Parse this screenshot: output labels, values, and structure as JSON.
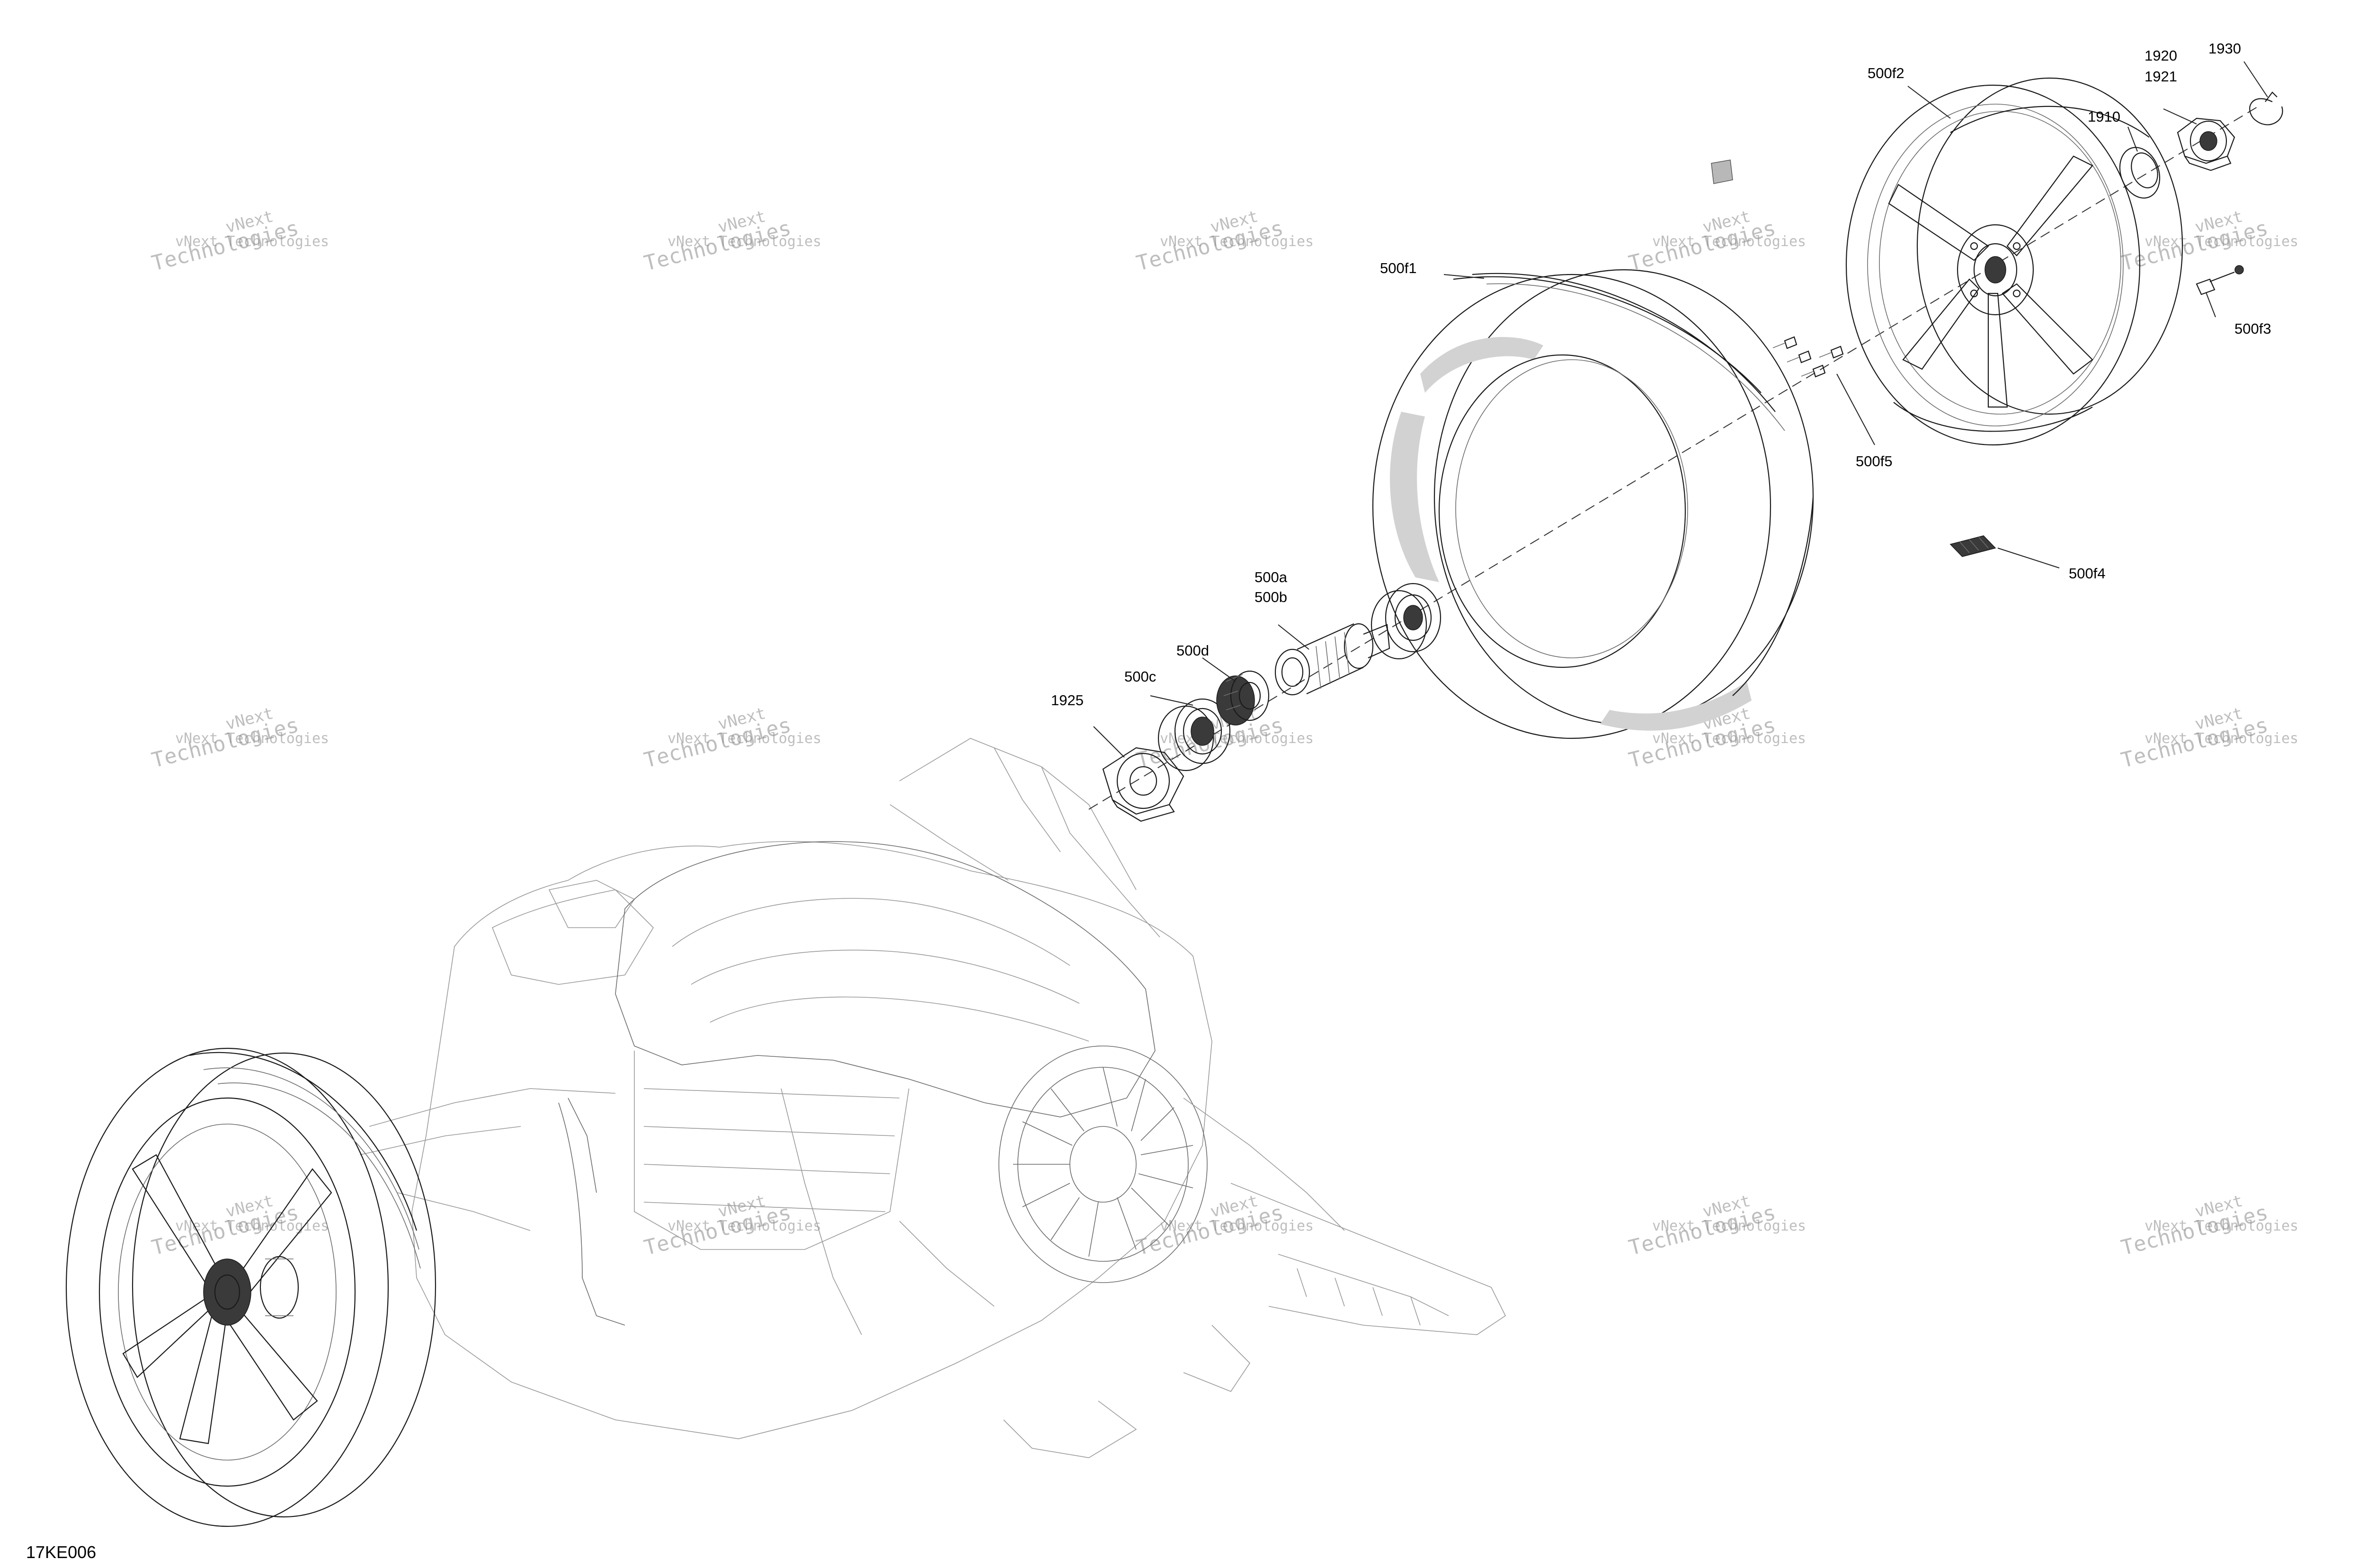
{
  "diagram": {
    "code": "17KE006",
    "callouts": {
      "c500f2": "500f2",
      "c1920": "1920",
      "c1921": "1921",
      "c1930": "1930",
      "c1910": "1910",
      "c500f1": "500f1",
      "c500f3": "500f3",
      "c500f5": "500f5",
      "c500f4": "500f4",
      "c500a": "500a",
      "c500b": "500b",
      "c500d": "500d",
      "c500c": "500c",
      "c1925": "1925"
    },
    "watermark": {
      "line1": "vNext Technologies",
      "line2": "vNext",
      "line3": "Technologies"
    }
  }
}
